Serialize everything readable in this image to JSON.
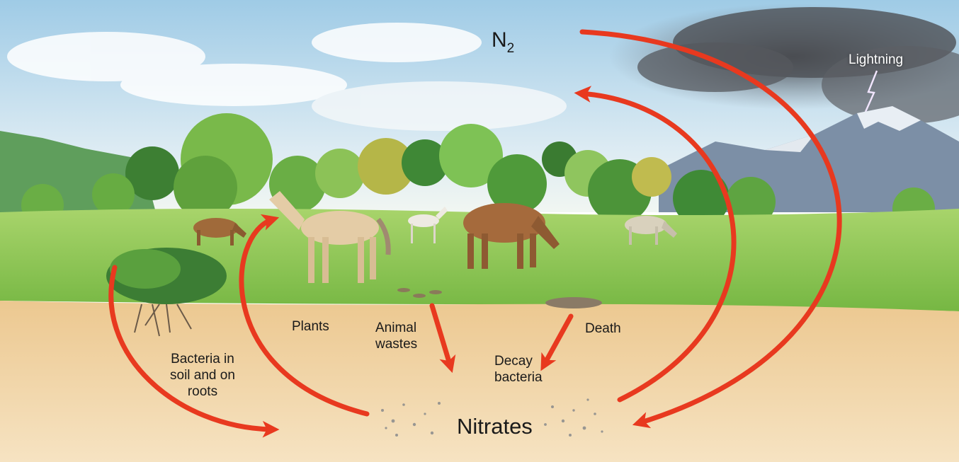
{
  "labels": {
    "n2_symbol": "N",
    "n2_subscript": "2",
    "lightning": "Lightning",
    "plants": "Plants",
    "animal_wastes_line1": "Animal",
    "animal_wastes_line2": "wastes",
    "death": "Death",
    "decay_bacteria_line1": "Decay",
    "decay_bacteria_line2": "bacteria",
    "bacteria_line1": "Bacteria in",
    "bacteria_line2": "soil and on",
    "bacteria_line3": "roots",
    "nitrates": "Nitrates"
  },
  "colors": {
    "arrow": "#e8391f",
    "sky_top": "#9fcbe6",
    "sky_bottom": "#eef5f8",
    "storm_cloud": "#4a4d52",
    "grass": "#8fc85a",
    "soil": "#f0d3a3",
    "tree_dark": "#3f8a34",
    "tree_light": "#7cbf4a",
    "horse_tan": "#e2c9a3",
    "horse_brown": "#9a6638"
  }
}
